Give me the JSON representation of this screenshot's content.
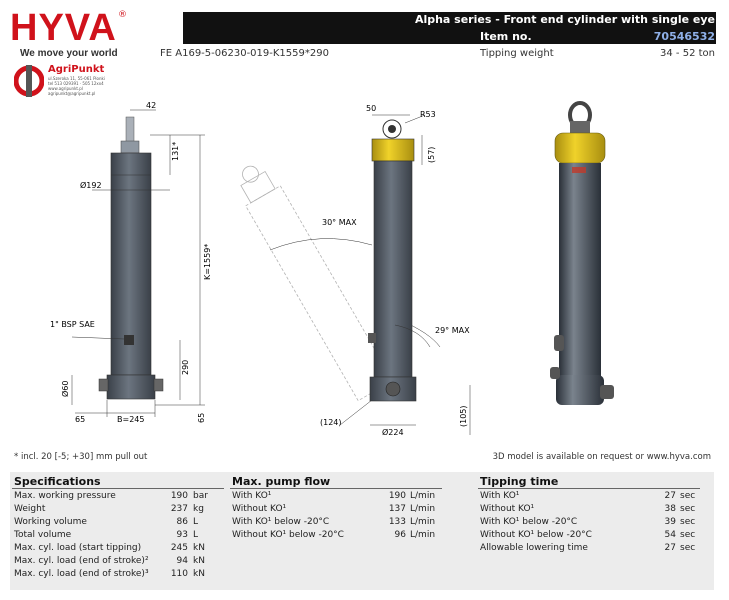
{
  "header": {
    "brand": "HYVA",
    "tagline": "We move your world",
    "series_title": "Alpha series - Front end cylinder with single eye",
    "item_label": "Item no.",
    "item_no": "70546532",
    "model_code": "FE A169-5-06230-019-K1559*290",
    "tipping_weight_label": "Tipping weight",
    "tipping_weight_value": "34 - 52 ton",
    "dealer_name": "AgriPunkt",
    "dealer_small": [
      "ul.Szeroka 11, 55-061 Pionki",
      "tel 513 029391 · 505 12xx4",
      "www.agripunkt.pl",
      "agripunkt@agripunkt.pl"
    ]
  },
  "drawing": {
    "left": {
      "d42": "42",
      "d131": "131*",
      "d192": "Ø192",
      "k": "K=1559*",
      "bsp": "1\" BSP SAE",
      "d290": "290",
      "d60": "Ø60",
      "d65a": "65",
      "b": "B=245",
      "d65b": "65"
    },
    "middle": {
      "max30": "30° MAX",
      "d124": "(124)"
    },
    "right": {
      "d50": "50",
      "r53": "R53",
      "d57": "(57)",
      "max29": "29° MAX",
      "d224": "Ø224",
      "d105": "(105)"
    }
  },
  "notes": {
    "footnote": "* incl. 20 [-5; +30] mm pull out",
    "model_note": "3D model is available on request or www.hyva.com"
  },
  "specifications": {
    "title": "Specifications",
    "rows": [
      {
        "label": "Max. working pressure",
        "value": "190",
        "unit": "bar"
      },
      {
        "label": "Weight",
        "value": "237",
        "unit": "kg"
      },
      {
        "label": "Working volume",
        "value": "86",
        "unit": "L"
      },
      {
        "label": "Total volume",
        "value": "93",
        "unit": "L"
      },
      {
        "label": "Max. cyl. load (start tipping)",
        "value": "245",
        "unit": "kN"
      },
      {
        "label": "Max. cyl. load (end of stroke)²",
        "value": "94",
        "unit": "kN"
      },
      {
        "label": "Max. cyl. load (end of stroke)³",
        "value": "110",
        "unit": "kN"
      }
    ]
  },
  "pump_flow": {
    "title": "Max. pump flow",
    "rows": [
      {
        "label": "With KO¹",
        "value": "190",
        "unit": "L/min"
      },
      {
        "label": "Without KO¹",
        "value": "137",
        "unit": "L/min"
      },
      {
        "label": "With KO¹ below -20°C",
        "value": "133",
        "unit": "L/min"
      },
      {
        "label": "Without KO¹ below -20°C",
        "value": "96",
        "unit": "L/min"
      }
    ]
  },
  "tipping_time": {
    "title": "Tipping time",
    "rows": [
      {
        "label": "With KO¹",
        "value": "27",
        "unit": "sec"
      },
      {
        "label": "Without KO¹",
        "value": "38",
        "unit": "sec"
      },
      {
        "label": "With KO¹ below -20°C",
        "value": "39",
        "unit": "sec"
      },
      {
        "label": "Without KO¹ below -20°C",
        "value": "54",
        "unit": "sec"
      },
      {
        "label": "Allowable lowering time",
        "value": "27",
        "unit": "sec"
      }
    ]
  }
}
